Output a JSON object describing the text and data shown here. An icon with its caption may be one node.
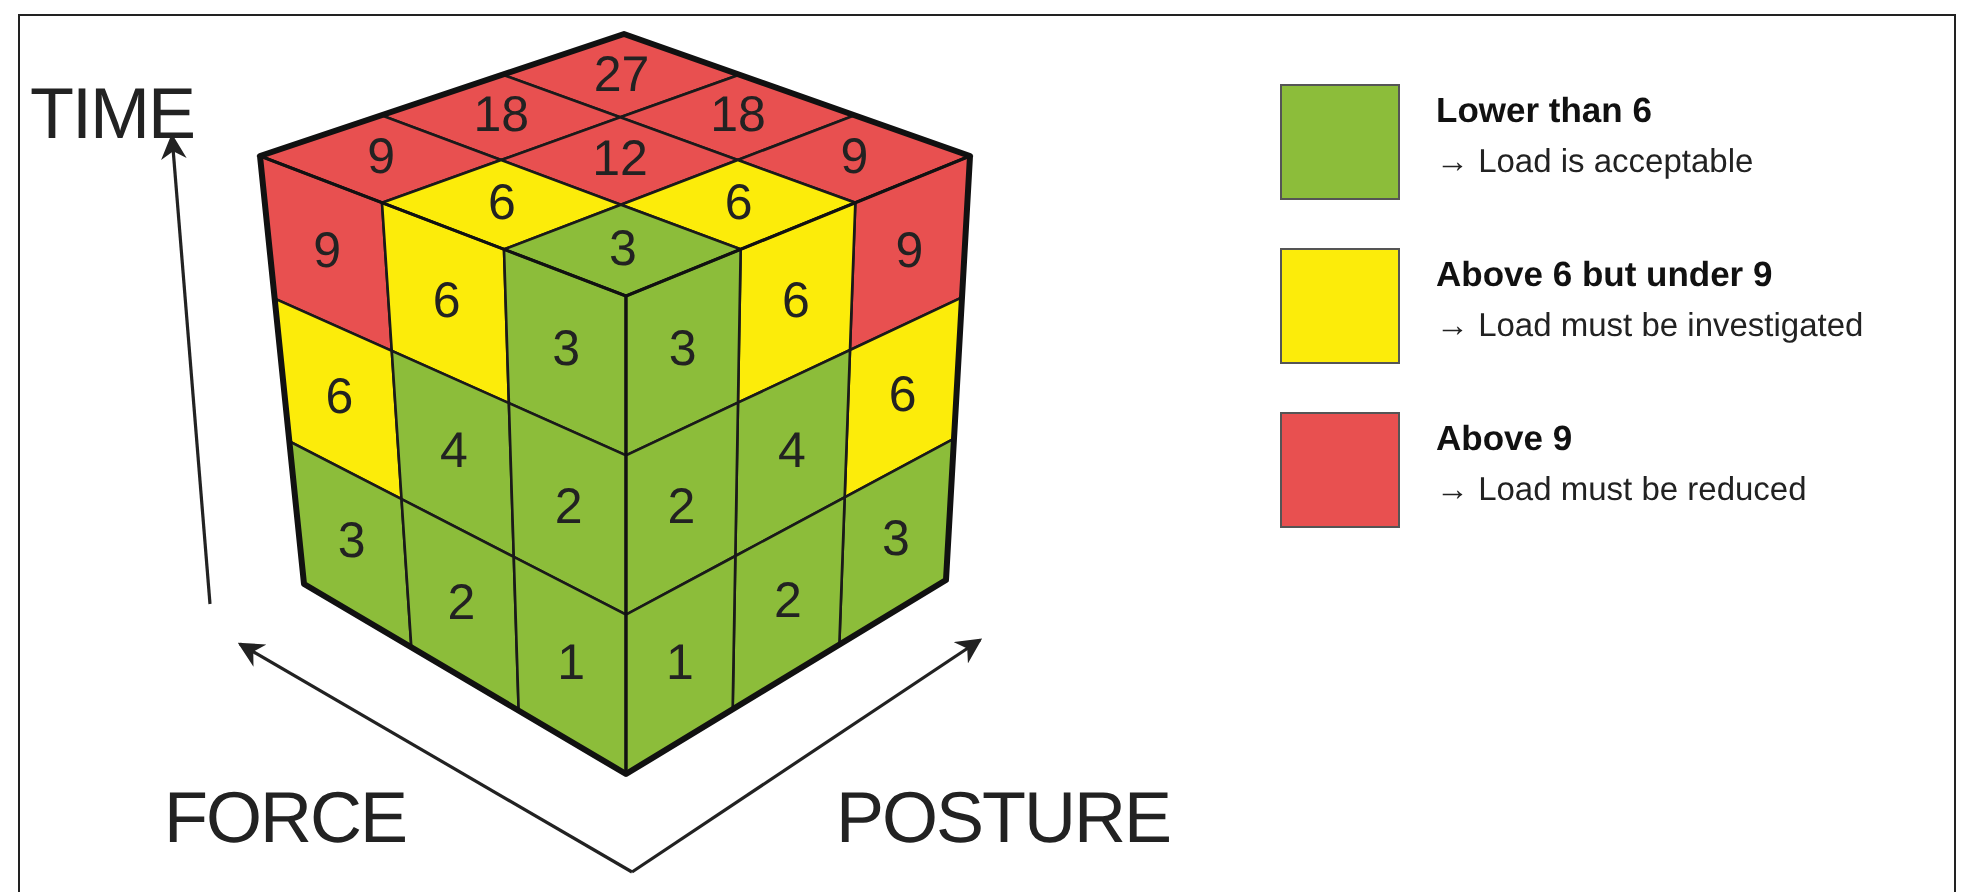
{
  "diagram": {
    "labels": [
      "TIME",
      "FORCE",
      "POSTURE",
      "27",
      "18",
      "18",
      "9",
      "12",
      "9",
      "6",
      "6",
      "9",
      "3",
      "9",
      "6",
      "6",
      "3",
      "3",
      "6",
      "6",
      "4",
      "4",
      "2",
      "2",
      "3",
      "3",
      "2",
      "2",
      "1",
      "1",
      "→ Load is acceptable",
      "→ Load must be investigated",
      "→ Load must be reduced"
    ],
    "legend": [
      {
        "text": "Lower than 6",
        "color": "#8cbd3a"
      },
      {
        "text": "Above 6 but under 9",
        "color": "#fcec0a"
      },
      {
        "text": "Above 9",
        "color": "#e85050"
      }
    ]
  }
}
